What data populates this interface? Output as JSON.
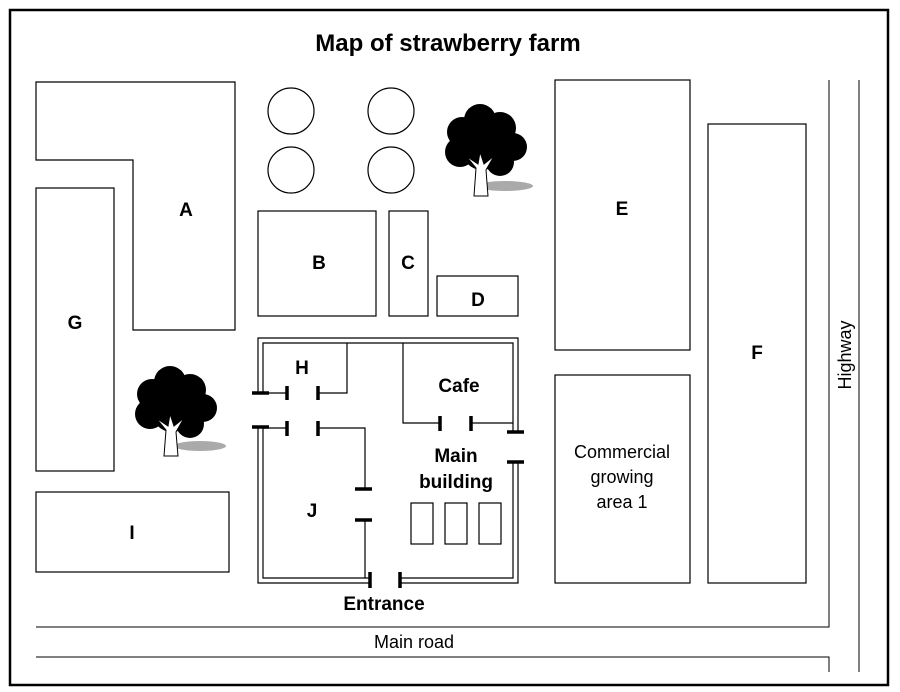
{
  "title": "Map of strawberry farm",
  "areas": {
    "a": "A",
    "b": "B",
    "c": "C",
    "d": "D",
    "e": "E",
    "f": "F",
    "g": "G",
    "h": "H",
    "i": "I",
    "j": "J"
  },
  "buildings": {
    "cafe": "Cafe",
    "main_building_line1": "Main",
    "main_building_line2": "building",
    "commercial_line1": "Commercial",
    "commercial_line2": "growing",
    "commercial_line3": "area 1",
    "entrance": "Entrance"
  },
  "roads": {
    "main_road": "Main road",
    "highway": "Highway"
  },
  "colors": {
    "ink": "#000000",
    "paper": "#ffffff",
    "shadow": "#aaaaaa"
  }
}
